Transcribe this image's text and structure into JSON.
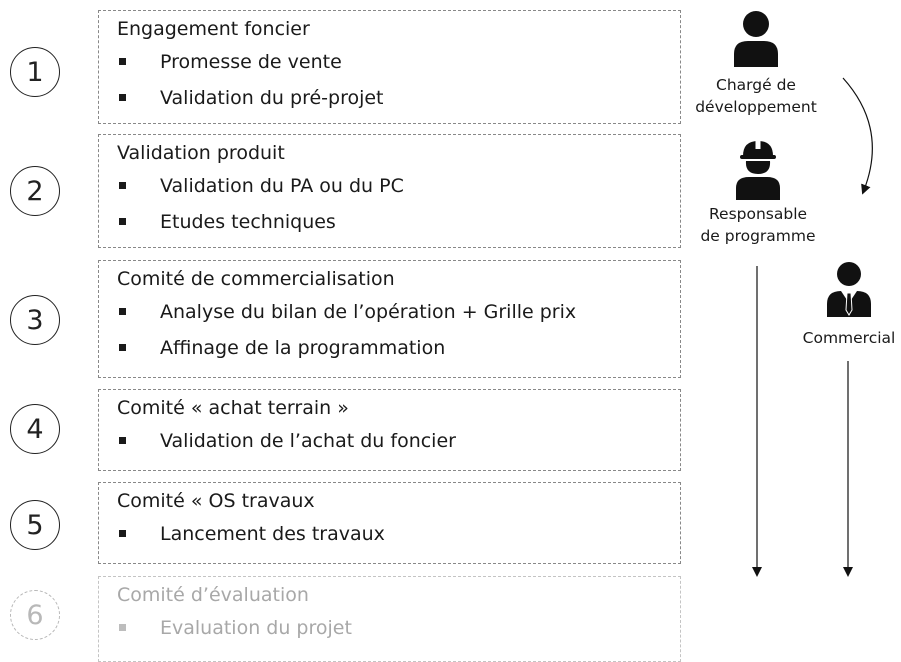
{
  "steps": [
    {
      "number": "1",
      "title": "Engagement foncier",
      "bullets": [
        "Promesse de vente",
        "Validation du pré-projet"
      ],
      "faded": false
    },
    {
      "number": "2",
      "title": "Validation produit",
      "bullets": [
        "Validation du PA ou du PC",
        "Etudes techniques"
      ],
      "faded": false
    },
    {
      "number": "3",
      "title": "Comité de commercialisation",
      "bullets": [
        "Analyse du bilan de l’opération + Grille prix",
        "Affinage de la programmation"
      ],
      "faded": false
    },
    {
      "number": "4",
      "title": "Comité « achat terrain »",
      "bullets": [
        "Validation de l’achat du foncier"
      ],
      "faded": false
    },
    {
      "number": "5",
      "title": "Comité « OS travaux",
      "bullets": [
        "Lancement des travaux"
      ],
      "faded": false
    },
    {
      "number": "6",
      "title": "Comité d’évaluation",
      "bullets": [
        "Evaluation du projet"
      ],
      "faded": true
    }
  ],
  "roles": {
    "charge": {
      "line1": "Chargé de",
      "line2": "développement",
      "icon": "person-icon"
    },
    "responsable": {
      "line1": "Responsable",
      "line2": "de programme",
      "icon": "worker-helmet-icon"
    },
    "commercial": {
      "line1": "Commercial",
      "icon": "businessman-tie-icon"
    }
  },
  "colors": {
    "text": "#1a1a1a",
    "faded": "#a8a8a8",
    "box_border": "#888888"
  }
}
